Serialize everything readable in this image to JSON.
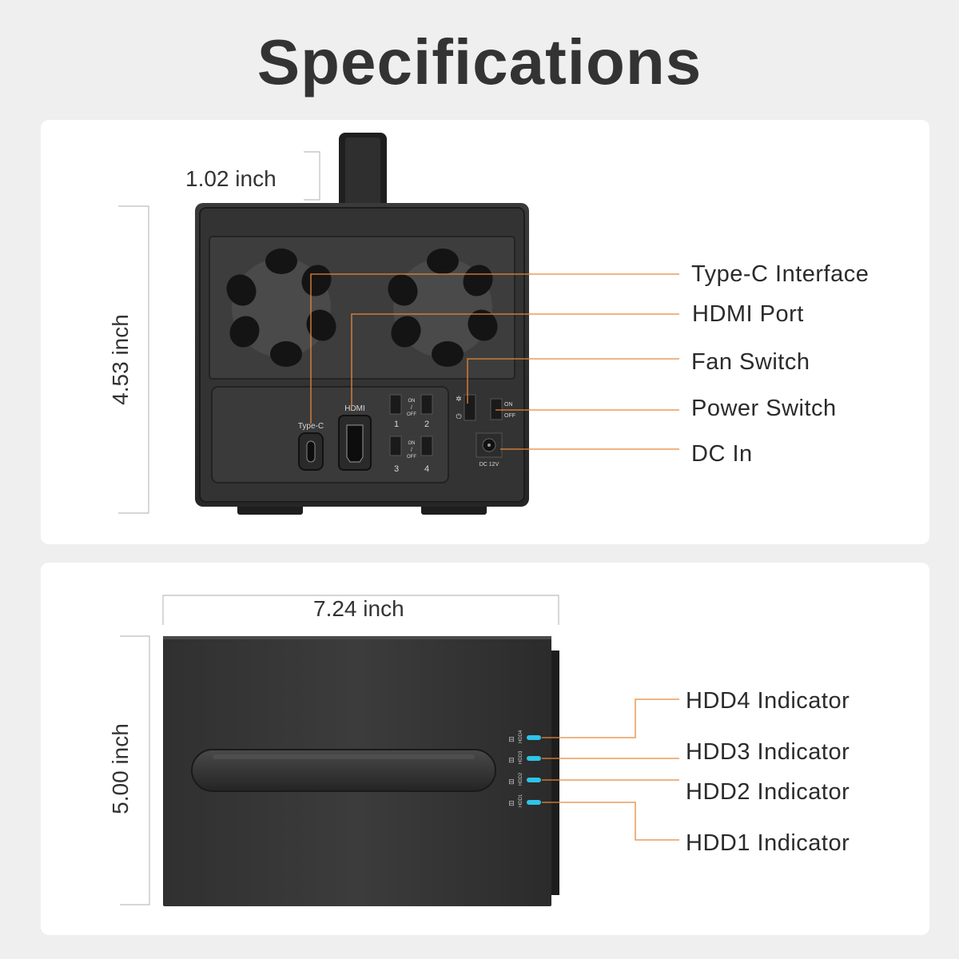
{
  "title": "Specifications",
  "front_view": {
    "dimensions": {
      "handle_height": "1.02 inch",
      "height": "4.53 inch"
    },
    "port_labels": {
      "type_c": "Type-C",
      "hdmi": "HDMI",
      "dc": "DC 12V",
      "on": "ON",
      "off": "OFF",
      "on_off_on": "ON",
      "on_off_slash": "/",
      "on_off_off": "OFF",
      "switch_numbers": [
        "1",
        "2",
        "3",
        "4"
      ]
    },
    "callouts": [
      "Type-C Interface",
      "HDMI Port",
      "Fan Switch",
      "Power Switch",
      "DC In"
    ]
  },
  "top_view": {
    "dimensions": {
      "width": "7.24 inch",
      "depth": "5.00 inch"
    },
    "indicator_labels": [
      "HDD4",
      "HDD3",
      "HDD2",
      "HDD1"
    ],
    "callouts": [
      "HDD4 Indicator",
      "HDD3 Indicator",
      "HDD2 Indicator",
      "HDD1 Indicator"
    ]
  },
  "colors": {
    "background": "#efefef",
    "panel": "#ffffff",
    "device": "#2a2a2a",
    "leader_line": "#e8883a",
    "led": "#2ec4e8"
  }
}
